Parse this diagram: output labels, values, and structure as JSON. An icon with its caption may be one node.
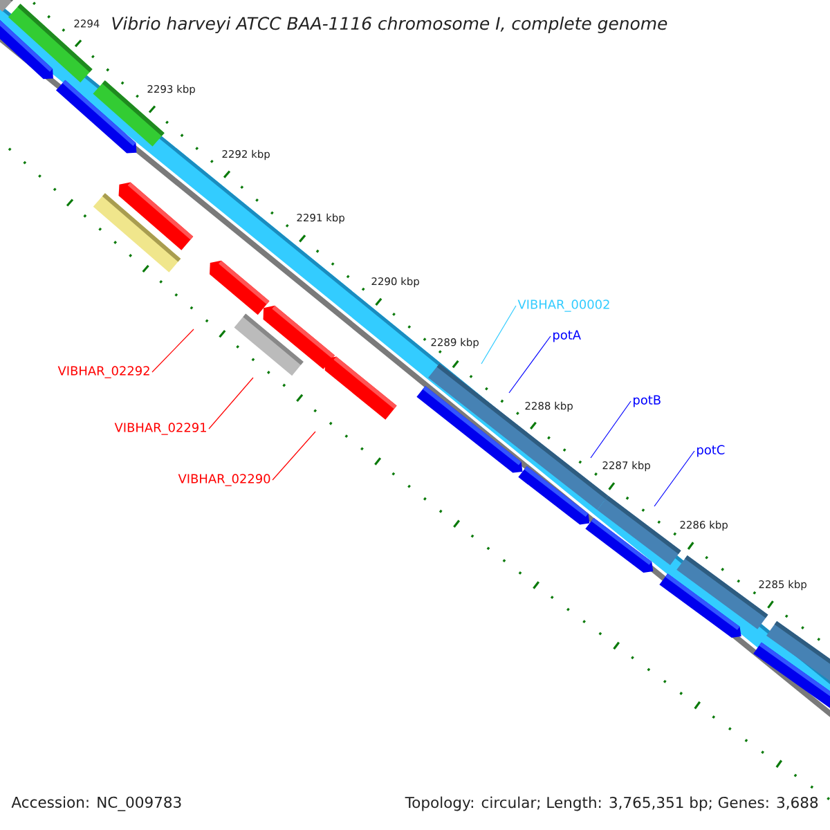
{
  "diagram": {
    "title": "Vibrio harveyi ATCC BAA-1116 chromosome I, complete genome",
    "nodes": [
      {
        "text": [
          "VIBHAR_02292"
        ]
      },
      {
        "text": [
          "VIBHAR_02291"
        ]
      },
      {
        "text": [
          "VIBHAR_02290"
        ]
      },
      {
        "text": [
          "VIBHAR_00002"
        ]
      },
      {
        "text": [
          "potA"
        ]
      },
      {
        "text": [
          "potB"
        ]
      },
      {
        "text": [
          "potC"
        ]
      }
    ],
    "edges": [
      {
        "from": 0,
        "to": null,
        "arrow": "none",
        "color": "#ff0000"
      },
      {
        "from": 1,
        "to": null,
        "arrow": "none",
        "color": "#ff0000"
      },
      {
        "from": 2,
        "to": null,
        "arrow": "none",
        "color": "#ff0000"
      },
      {
        "from": 3,
        "to": null,
        "arrow": "none",
        "color": "#33ccff"
      },
      {
        "from": 4,
        "to": null,
        "arrow": "none",
        "color": "#0000ff"
      },
      {
        "from": 5,
        "to": null,
        "arrow": "none",
        "color": "#0000ff"
      },
      {
        "from": 6,
        "to": null,
        "arrow": "none",
        "color": "#0000ff"
      }
    ],
    "labels": [
      "2294",
      "2293 kbp",
      "2292 kbp",
      "2291 kbp",
      "2290 kbp",
      "2289 kbp",
      "2288 kbp",
      "2287 kbp",
      "2286 kbp",
      "2285 kbp",
      "Accession: NC_009783",
      "Topology: circular; Length: 3,765,351 bp; Genes: 3,688"
    ]
  }
}
